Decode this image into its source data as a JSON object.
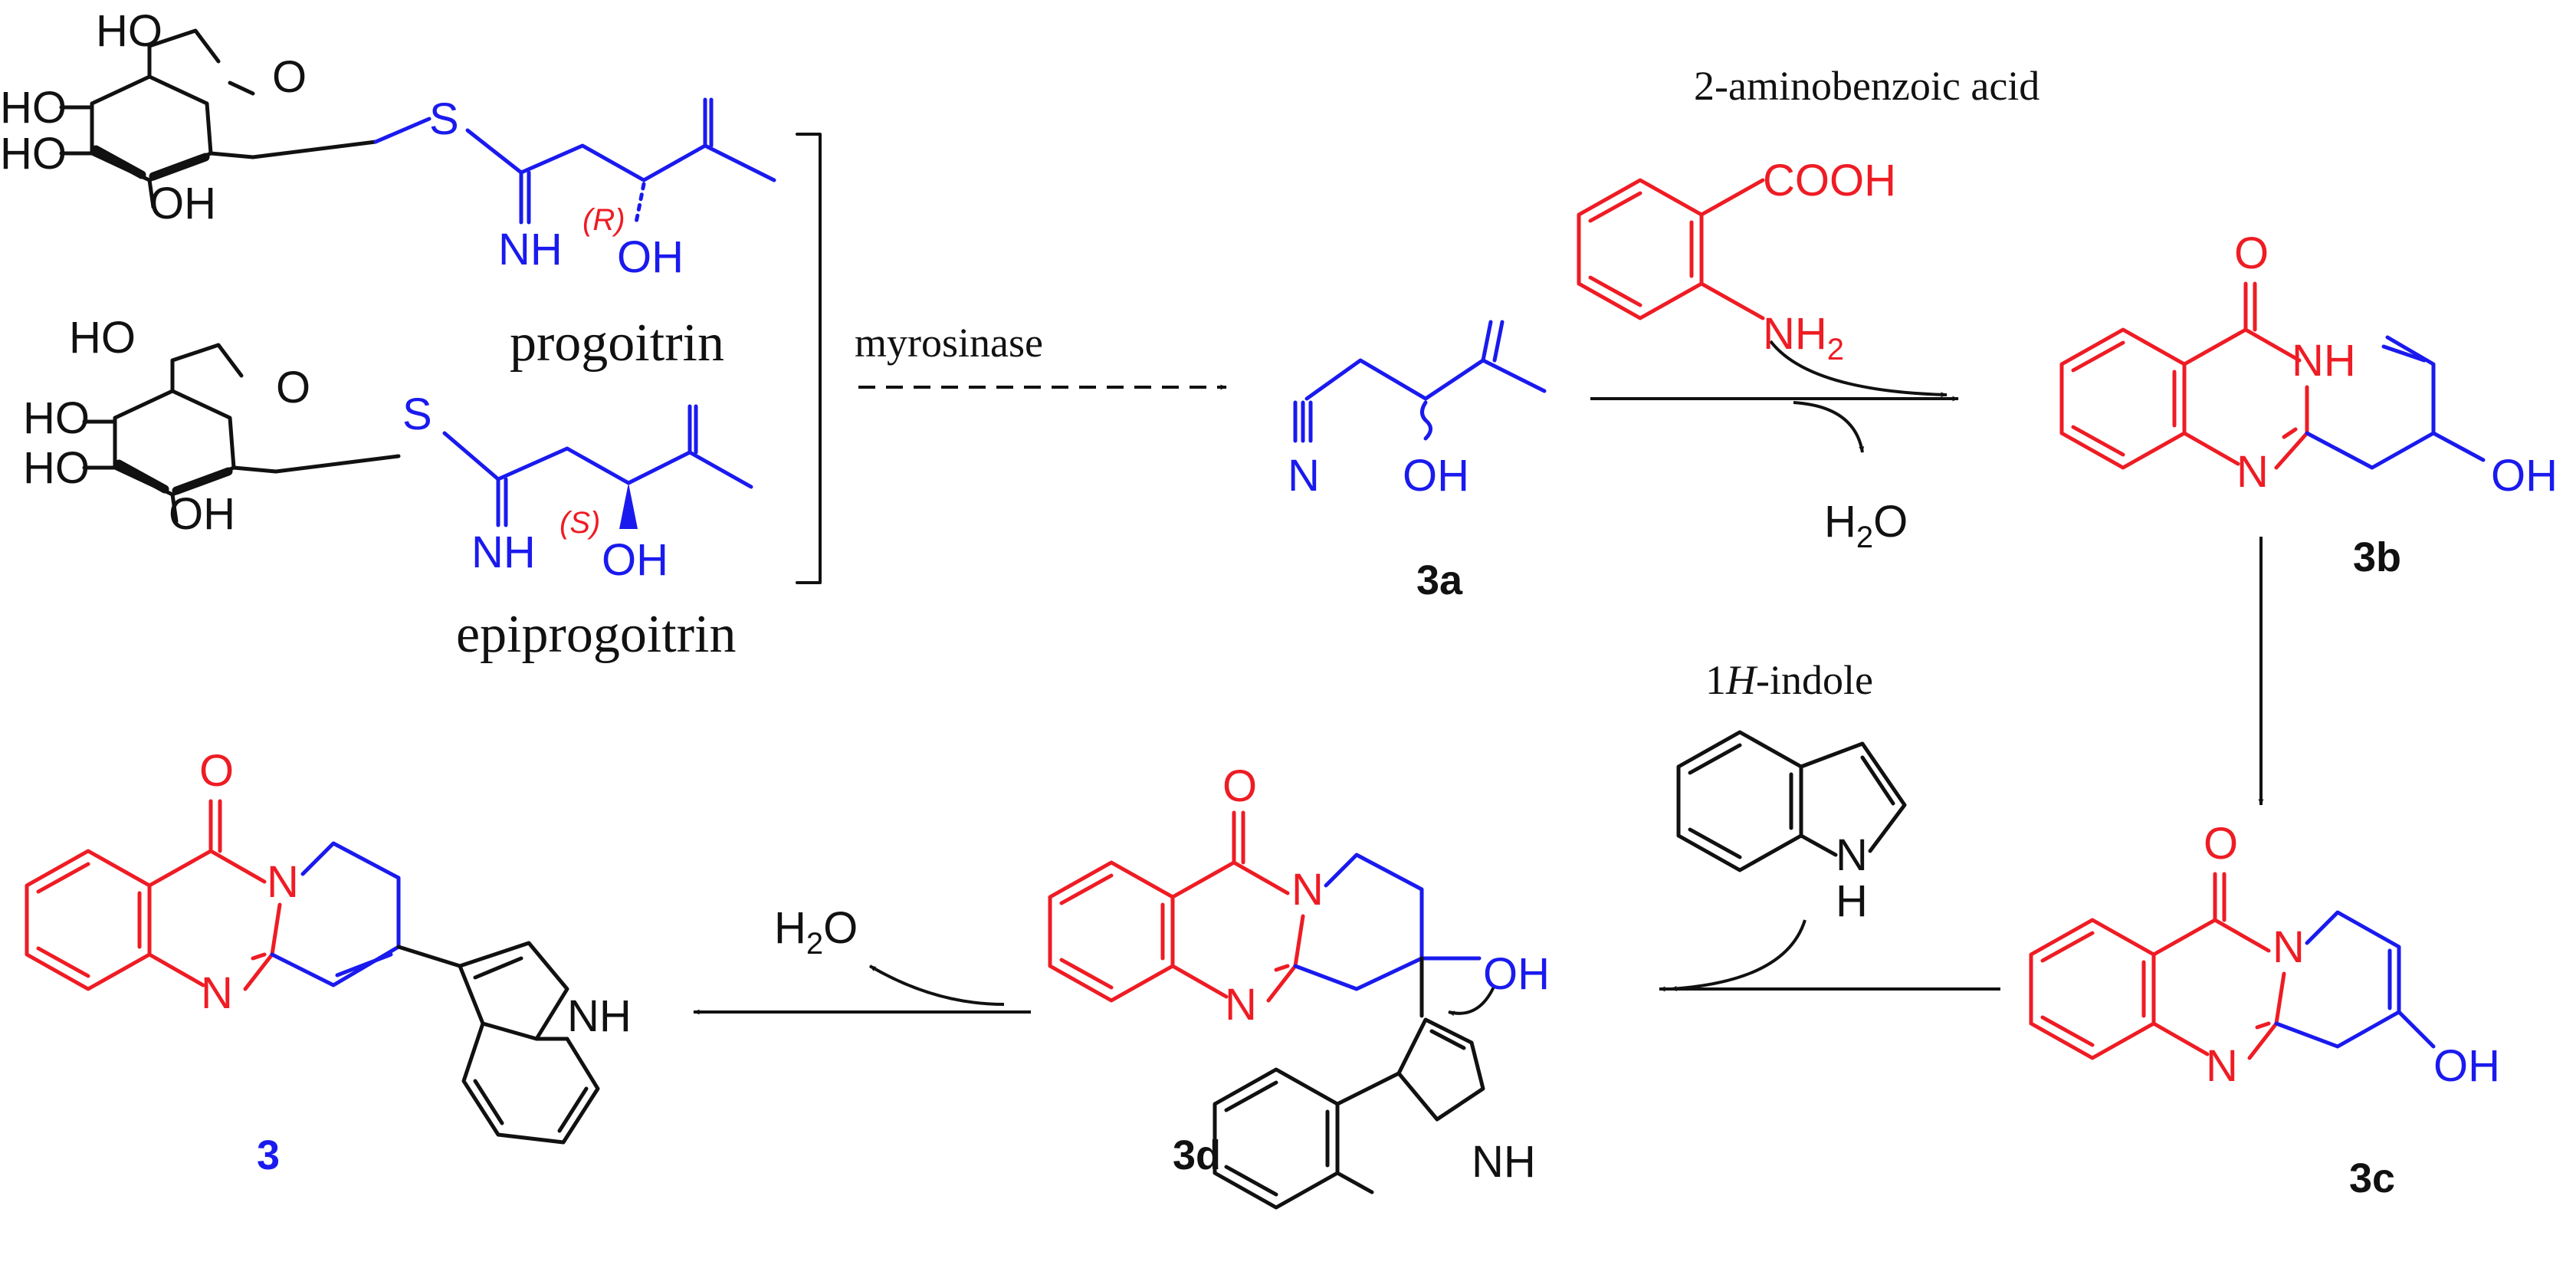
{
  "compounds": {
    "progoitrin": "progoitrin",
    "epiprogoitrin": "epiprogoitrin",
    "c3a": "3a",
    "c3b": "3b",
    "c3c": "3c",
    "c3d": "3d",
    "c3": "3"
  },
  "reagents": {
    "enzyme": "myrosinase",
    "aminobenzoic": "2-aminobenzoic acid",
    "indole_prefix": "1",
    "indole_italic": "H",
    "indole_suffix": "-indole"
  },
  "stereo": {
    "R": "(R)",
    "S": "(S)"
  },
  "atoms": {
    "HO": "HO",
    "OH": "OH",
    "O": "O",
    "S": "S",
    "NH": "NH",
    "N": "N",
    "H": "H",
    "COOH": "COOH",
    "NH2_base": "NH",
    "NH2_sub": "2",
    "H2O_H": "H",
    "H2O_sub": "2",
    "H2O_O": "O"
  },
  "colors": {
    "ink": "#111111",
    "quinazolinone_red": "#ee1c24",
    "side_chain_blue": "#1a1aee",
    "final_label_blue": "#1a1aee"
  }
}
